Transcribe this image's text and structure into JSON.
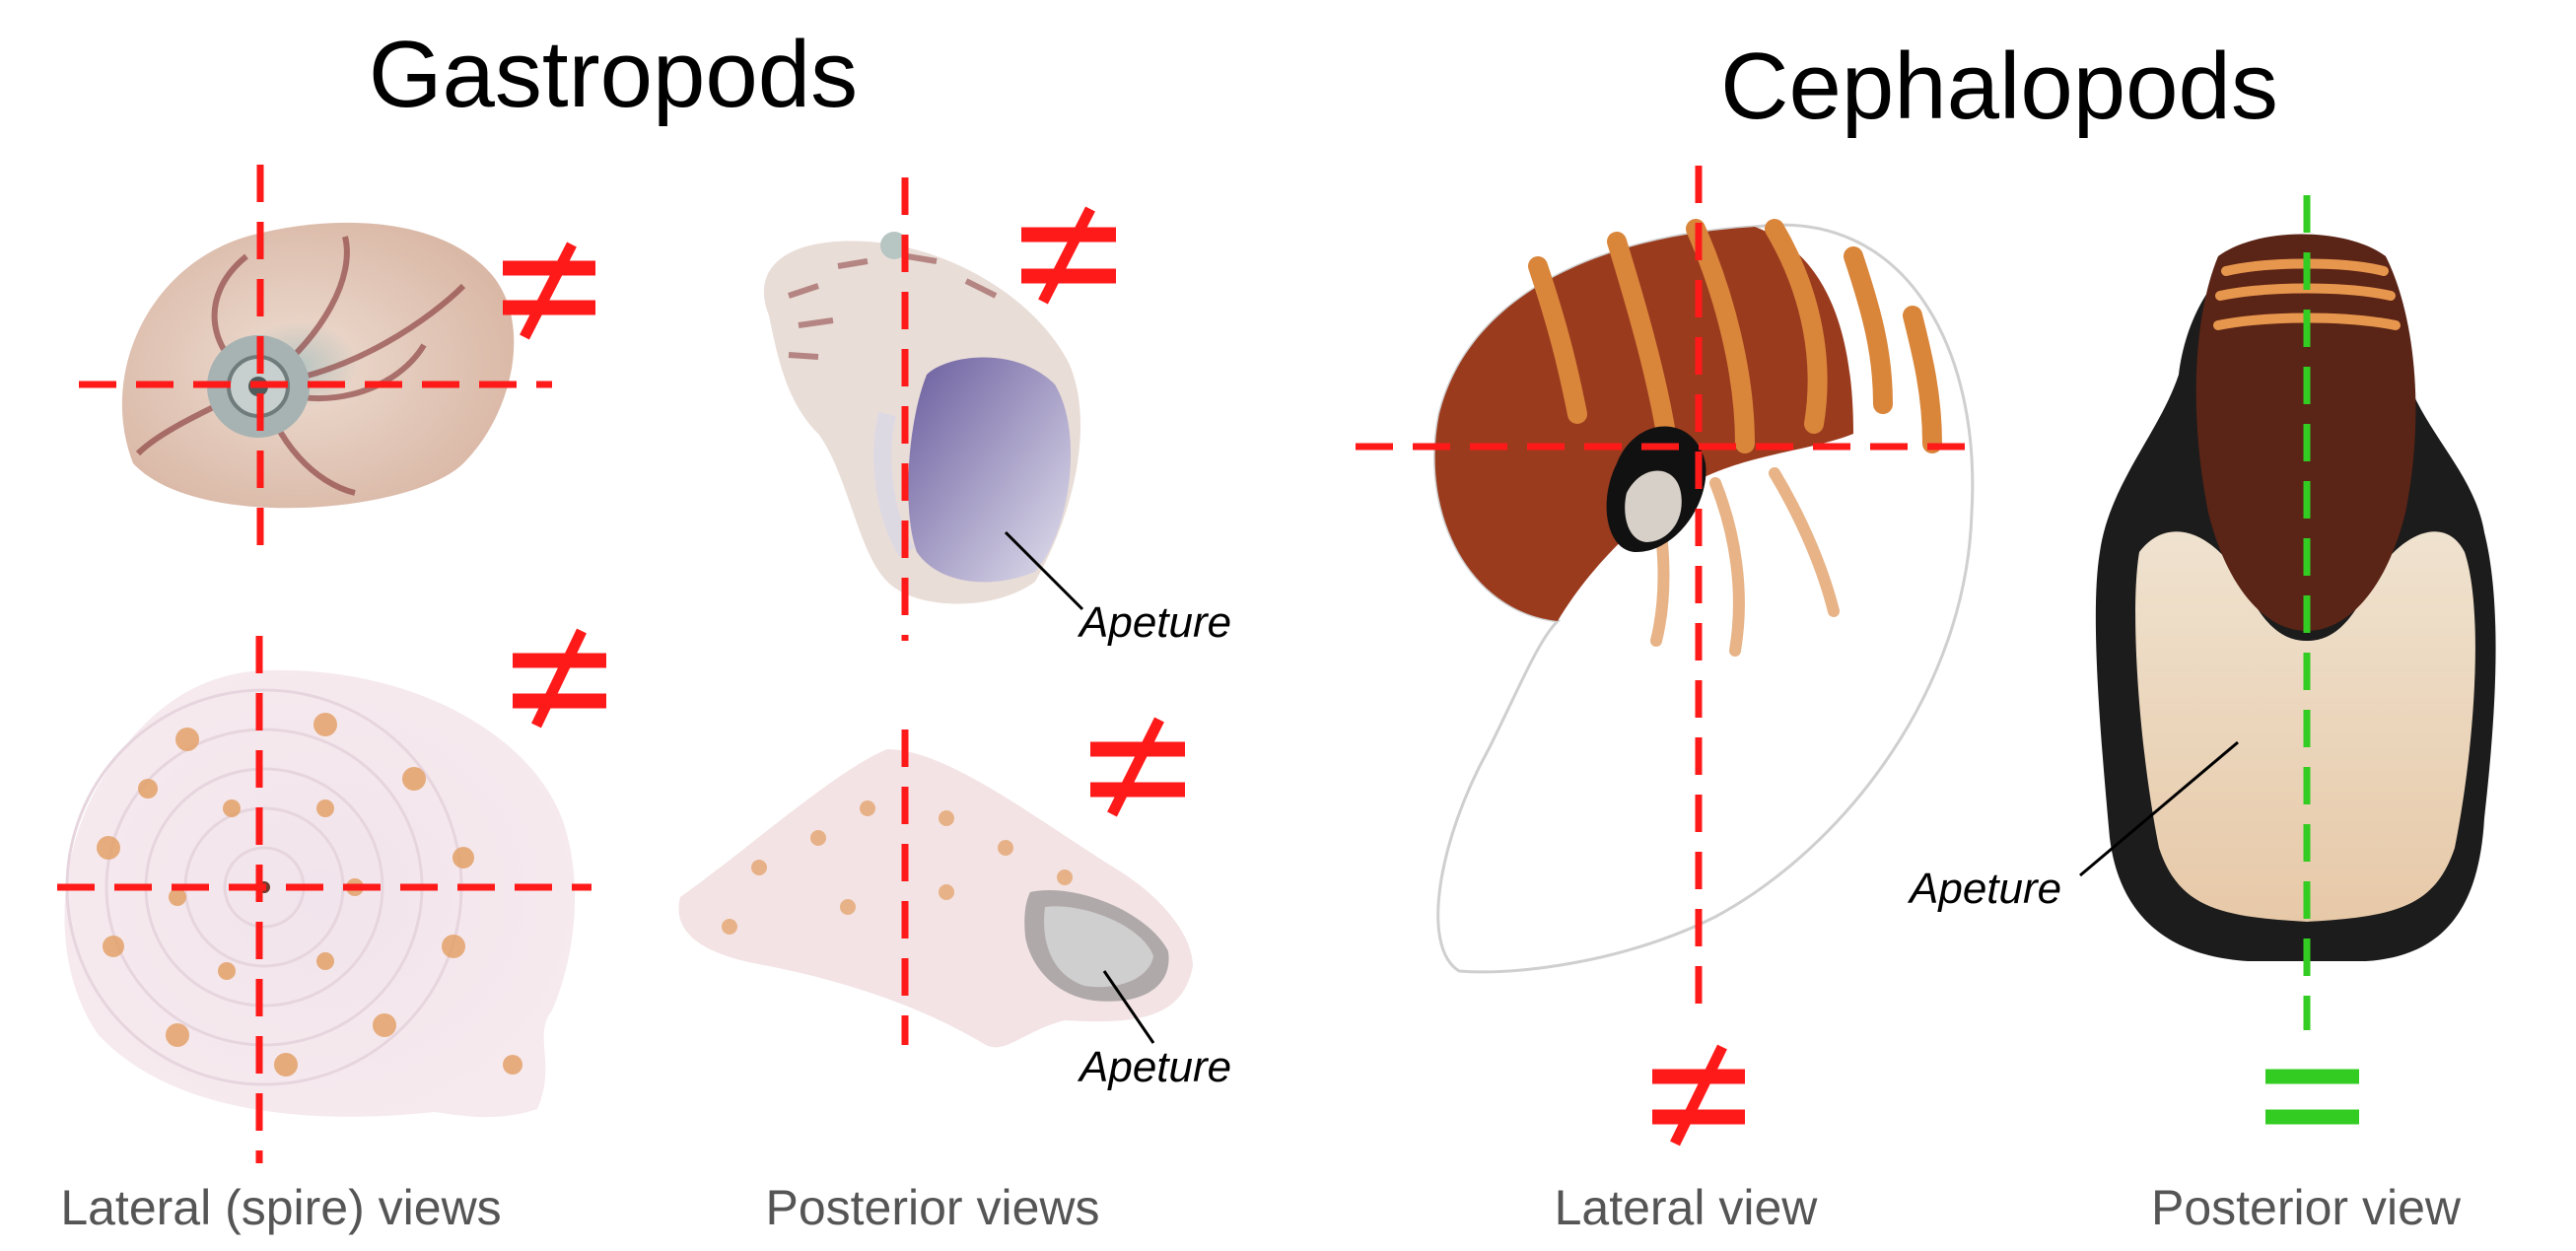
{
  "titles": {
    "gastropods": "Gastropods",
    "cephalopods": "Cephalopods"
  },
  "captions": {
    "gastropod_lateral": "Lateral (spire) views",
    "gastropod_posterior": "Posterior views",
    "cephalopod_lateral": "Lateral view",
    "cephalopod_posterior": "Posterior view"
  },
  "labels": {
    "aperture_1": "Apeture",
    "aperture_2": "Apeture",
    "aperture_3": "Apeture"
  },
  "symbols": {
    "not_equal": "≠",
    "equal": "="
  },
  "colors": {
    "asymmetric_axis": "#ff1a1a",
    "symmetric_axis": "#33cc22",
    "caption_text": "#555555"
  },
  "panels": [
    {
      "group": "Gastropods",
      "view": "lateral",
      "shell": "moon-snail",
      "symmetry": "not-equal"
    },
    {
      "group": "Gastropods",
      "view": "posterior",
      "shell": "moon-snail",
      "symmetry": "not-equal"
    },
    {
      "group": "Gastropods",
      "view": "lateral",
      "shell": "top-shell",
      "symmetry": "not-equal"
    },
    {
      "group": "Gastropods",
      "view": "posterior",
      "shell": "top-shell",
      "symmetry": "not-equal"
    },
    {
      "group": "Cephalopods",
      "view": "lateral",
      "shell": "nautilus",
      "symmetry": "not-equal"
    },
    {
      "group": "Cephalopods",
      "view": "posterior",
      "shell": "nautilus",
      "symmetry": "equal"
    }
  ]
}
